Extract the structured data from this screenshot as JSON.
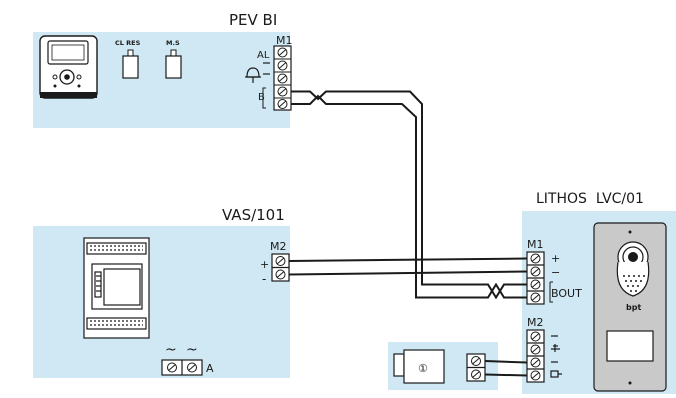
{
  "panels": {
    "pev": {
      "title": "PEV BI",
      "terminal_block": "M1",
      "terminal_al": "AL",
      "terminal_b": "B",
      "button_cl_res": "CL RES",
      "button_ms": "M.S"
    },
    "vas": {
      "title": "VAS/101",
      "terminal_block": "M2",
      "plus": "+",
      "minus": "-",
      "ac_label": "A",
      "ac_symbol": "~"
    },
    "lithos": {
      "title": "LITHOS  LVC/01",
      "m1_label": "M1",
      "m2_label": "M2",
      "plus": "+",
      "minus": "−",
      "bout": "BOUT"
    },
    "lock": {
      "symbol": "①"
    }
  },
  "colors": {
    "panel_bg": "#cfe8f3",
    "wire": "#1a1a1a",
    "device_body": "#ffffff",
    "faceplate": "#c9c9c9"
  }
}
